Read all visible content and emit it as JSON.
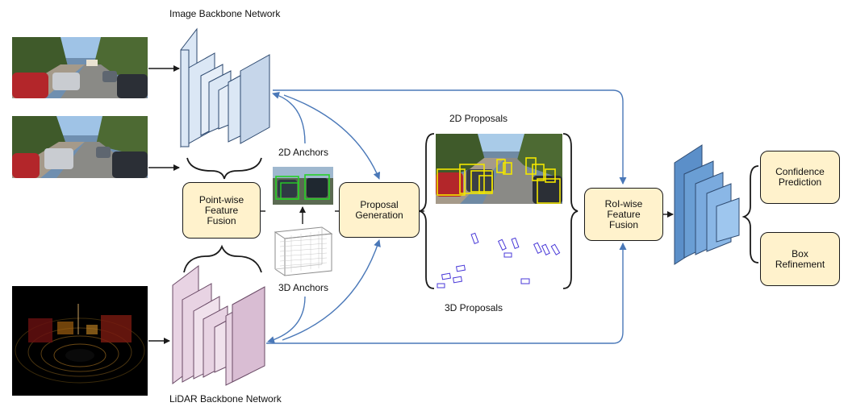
{
  "titles": {
    "image_backbone": "Image Backbone Network",
    "lidar_backbone": "LiDAR Backbone Network"
  },
  "labels": {
    "anchors_2d": "2D Anchors",
    "anchors_3d": "3D Anchors",
    "proposals_2d": "2D Proposals",
    "proposals_3d": "3D Proposals"
  },
  "nodes": {
    "point_wise_fusion": "Point-wise\nFeature\nFusion",
    "proposal_generation": "Proposal\nGeneration",
    "roi_wise_fusion": "RoI-wise\nFeature\nFusion",
    "confidence_prediction": "Confidence\nPrediction",
    "box_refinement": "Box\nRefinement"
  },
  "colors": {
    "image_net_fill": "#dbe7f5",
    "lidar_net_fill": "#e8d3e3",
    "head_net_fill": "#5b8fc9",
    "node_fill": "#fff2cc",
    "arrow_blue": "#4a78b8",
    "proposal_box_2d": "#f2e600",
    "proposal_box_3d": "#4a3ad8"
  }
}
